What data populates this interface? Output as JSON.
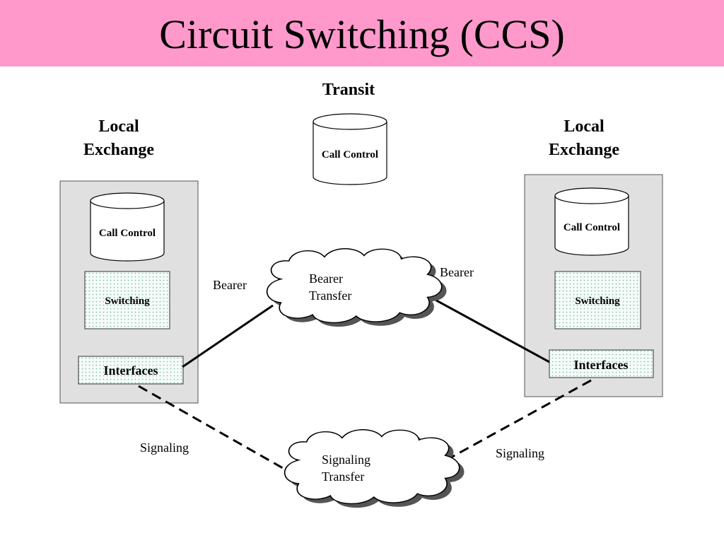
{
  "title": "Circuit Switching (CCS)",
  "transit": {
    "heading": "Transit",
    "call_control": "Call Control"
  },
  "left_exchange": {
    "heading_line1": "Local",
    "heading_line2": "Exchange",
    "call_control": "Call Control",
    "switching": "Switching",
    "interfaces": "Interfaces"
  },
  "right_exchange": {
    "heading_line1": "Local",
    "heading_line2": "Exchange",
    "call_control": "Call Control",
    "switching": "Switching",
    "interfaces": "Interfaces"
  },
  "bearer_cloud": {
    "line1": "Bearer",
    "line2": "Transfer"
  },
  "signaling_cloud": {
    "line1": "Signaling",
    "line2": "Transfer"
  },
  "links": {
    "bearer_left": "Bearer",
    "bearer_right": "Bearer",
    "signaling_left": "Signaling",
    "signaling_right": "Signaling"
  },
  "colors": {
    "title_bar": "#ff99cc",
    "exchange_box": "#e0e0e0",
    "dotted_fill": "#e8f4f0",
    "dot": "#6fb5a0"
  }
}
